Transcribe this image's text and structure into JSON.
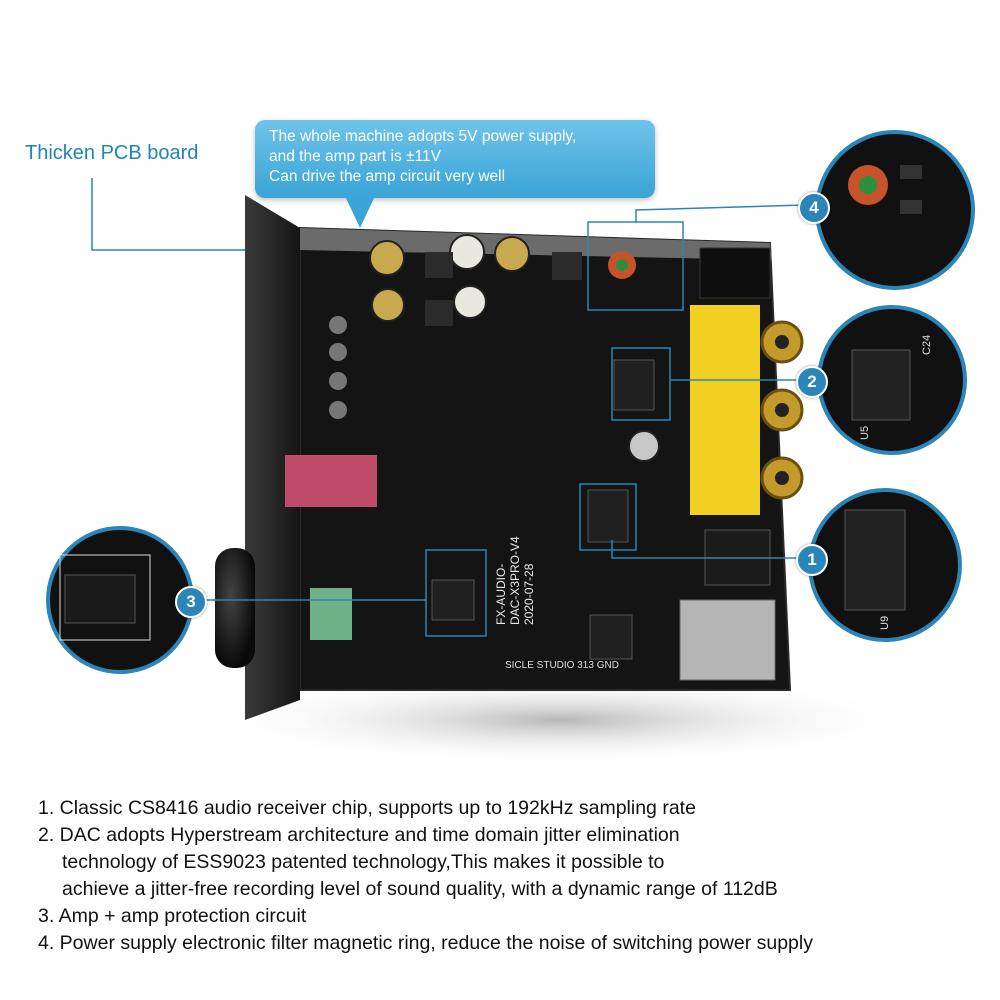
{
  "callouts": {
    "pcb_label": "Thicken PCB board",
    "power_lines": [
      "The whole machine adopts 5V power supply,",
      "and the amp part is ±11V",
      "Can drive the amp circuit very well"
    ]
  },
  "badges": [
    "1",
    "2",
    "3",
    "4"
  ],
  "board_silkscreen": {
    "brand": "FX-AUDIO-",
    "model": "DAC-X3PRO-V4",
    "date": "2020-07-28",
    "maker": "SICLE STUDIO 313 GND"
  },
  "chip_labels": {
    "u9": "U9",
    "u5": "U5",
    "c24": "C24"
  },
  "features": [
    "1. Classic CS8416 audio receiver chip, supports up to 192kHz sampling rate",
    "2. DAC adopts Hyperstream architecture and time domain jitter elimination",
    "technology of ESS9023 patented technology,This makes it possible to",
    "achieve a jitter-free recording level of sound quality, with a dynamic range of 112dB",
    "3. Amp + amp protection circuit",
    "4. Power supply electronic filter magnetic ring, reduce the noise of switching power supply"
  ],
  "colors": {
    "accent": "#2b85b8",
    "pcb": "#121212",
    "rca": "#f2d021"
  }
}
